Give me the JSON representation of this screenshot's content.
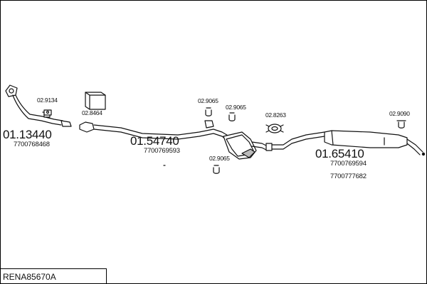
{
  "reference": "RENA85670A",
  "parts": [
    {
      "code": "01.13440",
      "oem": [
        "7700768468"
      ]
    },
    {
      "code": "01.54740",
      "oem": [
        "7700769593"
      ]
    },
    {
      "code": "01.65410",
      "oem": [
        "7700769594",
        "7700777682"
      ]
    }
  ],
  "accessories": [
    {
      "code": "02.9134"
    },
    {
      "code": "02.8464"
    },
    {
      "code": "02.9065"
    },
    {
      "code": "02.9065"
    },
    {
      "code": "02.9065"
    },
    {
      "code": "02.8263"
    },
    {
      "code": "02.9090"
    }
  ]
}
